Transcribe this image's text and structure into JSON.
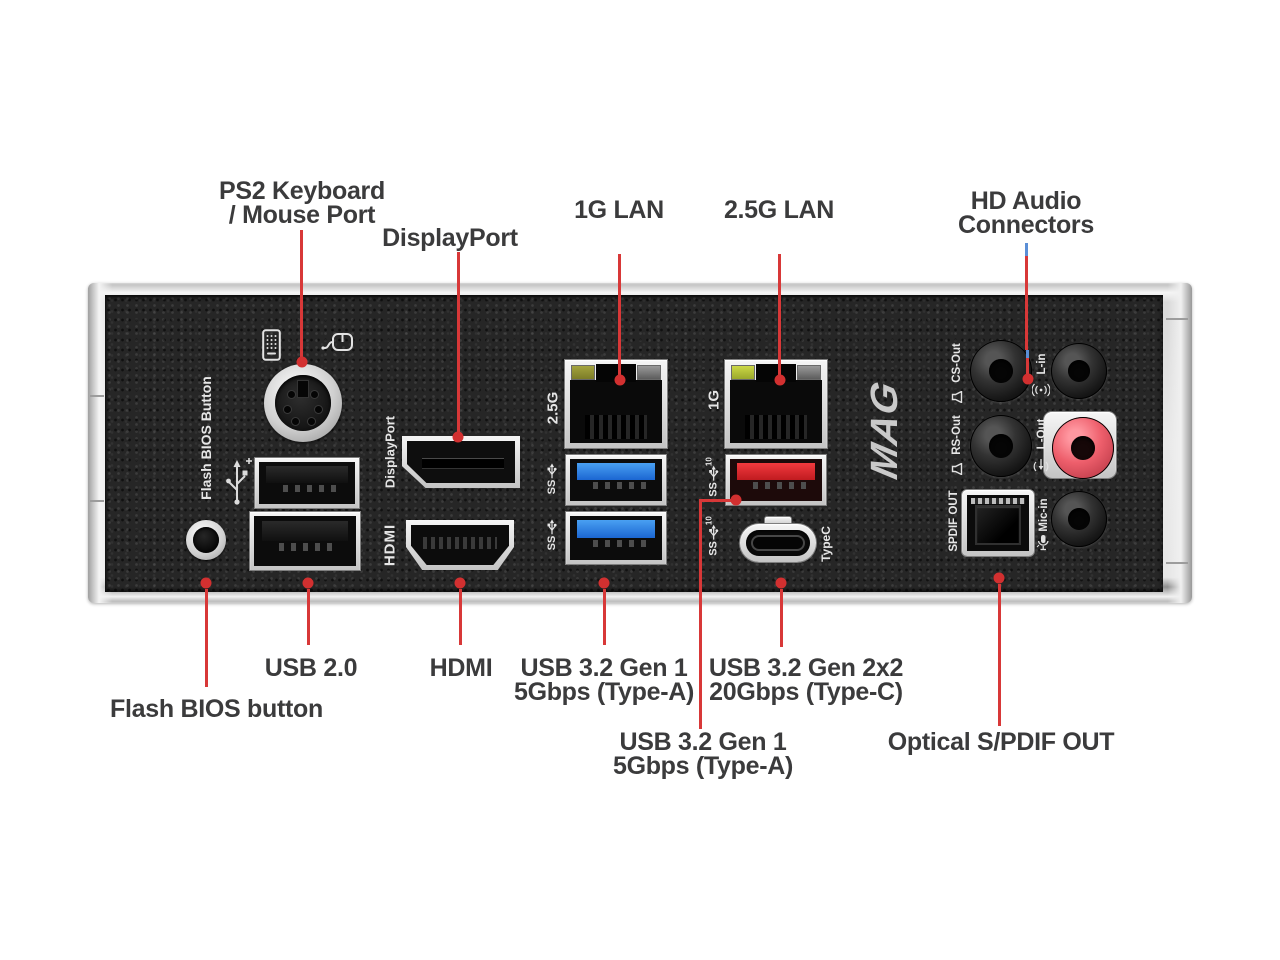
{
  "colors": {
    "callout_red": "#d83838",
    "callout_blue": "#5b8fd6",
    "label_gray": "#3b3b3c",
    "usb_blue": "#2f7fe0",
    "usb_red": "#e2282d",
    "jack_pink": "#ee5f6c",
    "led_olive": "#8f8f33",
    "led_green": "#b9c735"
  },
  "callouts": {
    "ps2": {
      "line1": "PS2 Keyboard",
      "line2": "/ Mouse Port"
    },
    "displayport": {
      "label": "DisplayPort"
    },
    "lan_1g": {
      "label": "1G LAN"
    },
    "lan_25g": {
      "label": "2.5G LAN"
    },
    "hd_audio": {
      "line1": "HD Audio",
      "line2": "Connectors"
    },
    "flash_bios": {
      "label": "Flash BIOS button"
    },
    "usb20": {
      "label": "USB 2.0"
    },
    "hdmi": {
      "label": "HDMI"
    },
    "usb32_gen1_a": {
      "line1": "USB 3.2 Gen 1",
      "line2": "5Gbps (Type-A)"
    },
    "usb32_gen2x2": {
      "line1": "USB 3.2 Gen 2x2",
      "line2": "20Gbps (Type-C)"
    },
    "usb32_gen1_b": {
      "line1": "USB 3.2 Gen 1",
      "line2": "5Gbps (Type-A)"
    },
    "optical": {
      "label": "Optical S/PDIF OUT"
    }
  },
  "panel": {
    "flash_bios_button": "Flash BIOS Button",
    "displayport": "DisplayPort",
    "hdmi": "HDMI",
    "lan_left": "2.5G",
    "lan_right": "1G",
    "usb3_ss": "SS",
    "usb3_10_sup": "10",
    "typec": "TypeC",
    "brand": "MAG",
    "audio": {
      "cs_out": "CS-Out",
      "l_in": "L-in",
      "rs_out": "RS-Out",
      "l_out": "L-Out",
      "spdif": "SPDIF OUT",
      "mic_in": "Mic-in"
    }
  }
}
